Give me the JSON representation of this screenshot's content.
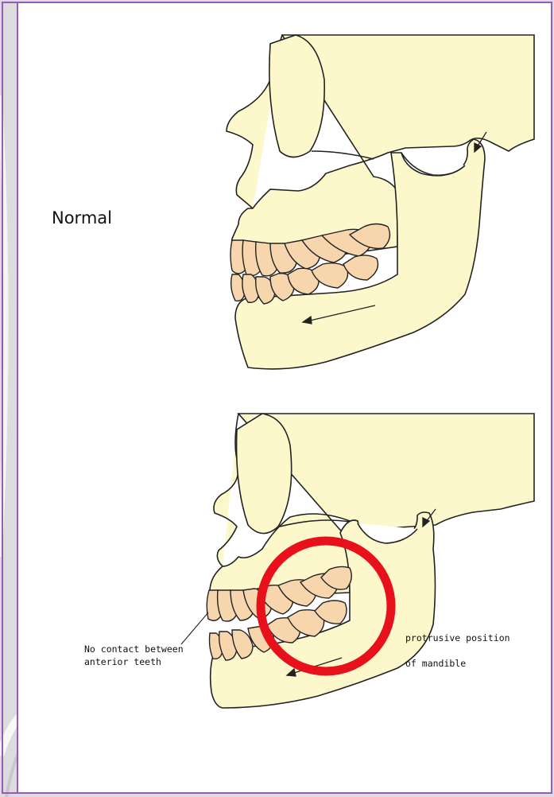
{
  "labels": {
    "normal": "Normal",
    "no_contact_line1": "No contact between",
    "no_contact_line2": "anterior teeth",
    "protrusive_line1": "protrusive position",
    "protrusive_line2": "of mandible"
  },
  "colors": {
    "frame": "#9b59b6",
    "bone": "#fcf8cc",
    "tooth": "#f7d6ae",
    "outline": "#222222",
    "highlight_circle": "#e8101a",
    "background": "#ffffff"
  }
}
